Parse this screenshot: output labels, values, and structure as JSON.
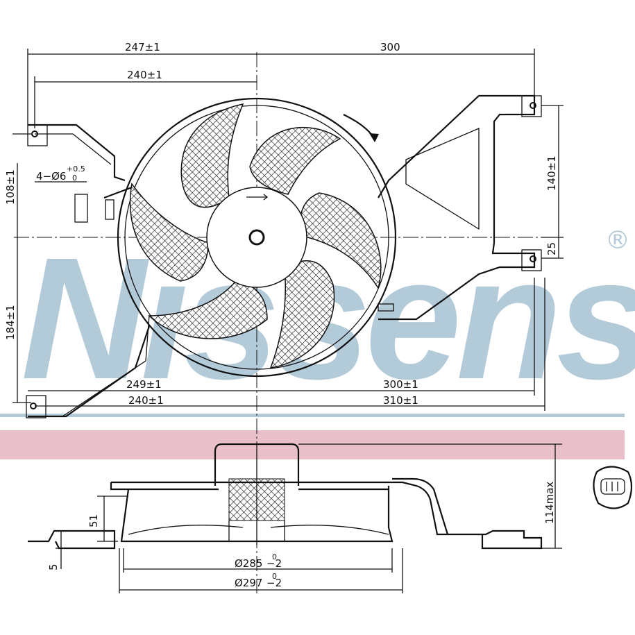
{
  "watermark": {
    "brand": "Nissens",
    "registered": "®",
    "color": "#b3cad9",
    "band_color": "#e9bfca"
  },
  "front_view": {
    "dim_top_left": "247±1",
    "dim_top_right": "300",
    "dim_top_inner": "240±1",
    "dim_right_upper": "140±1",
    "dim_right_lower": "25",
    "dim_left_upper": "108±1",
    "dim_left_lower": "184±1",
    "hole_spec": "4−Ø6",
    "hole_tol_upper": "+0.5",
    "hole_tol_lower": "0",
    "dim_bottom_left_1": "249±1",
    "dim_bottom_right_1": "300±1",
    "dim_bottom_left_2": "240±1",
    "dim_bottom_right_2": "310±1"
  },
  "side_view": {
    "dim_height": "114max",
    "dim_51": "51",
    "dim_5": "5",
    "dia_inner": "Ø285",
    "dia_inner_tol": "−2",
    "dia_inner_tol_up": "0",
    "dia_outer": "Ø297",
    "dia_outer_tol": "−2",
    "dia_outer_tol_up": "0"
  }
}
